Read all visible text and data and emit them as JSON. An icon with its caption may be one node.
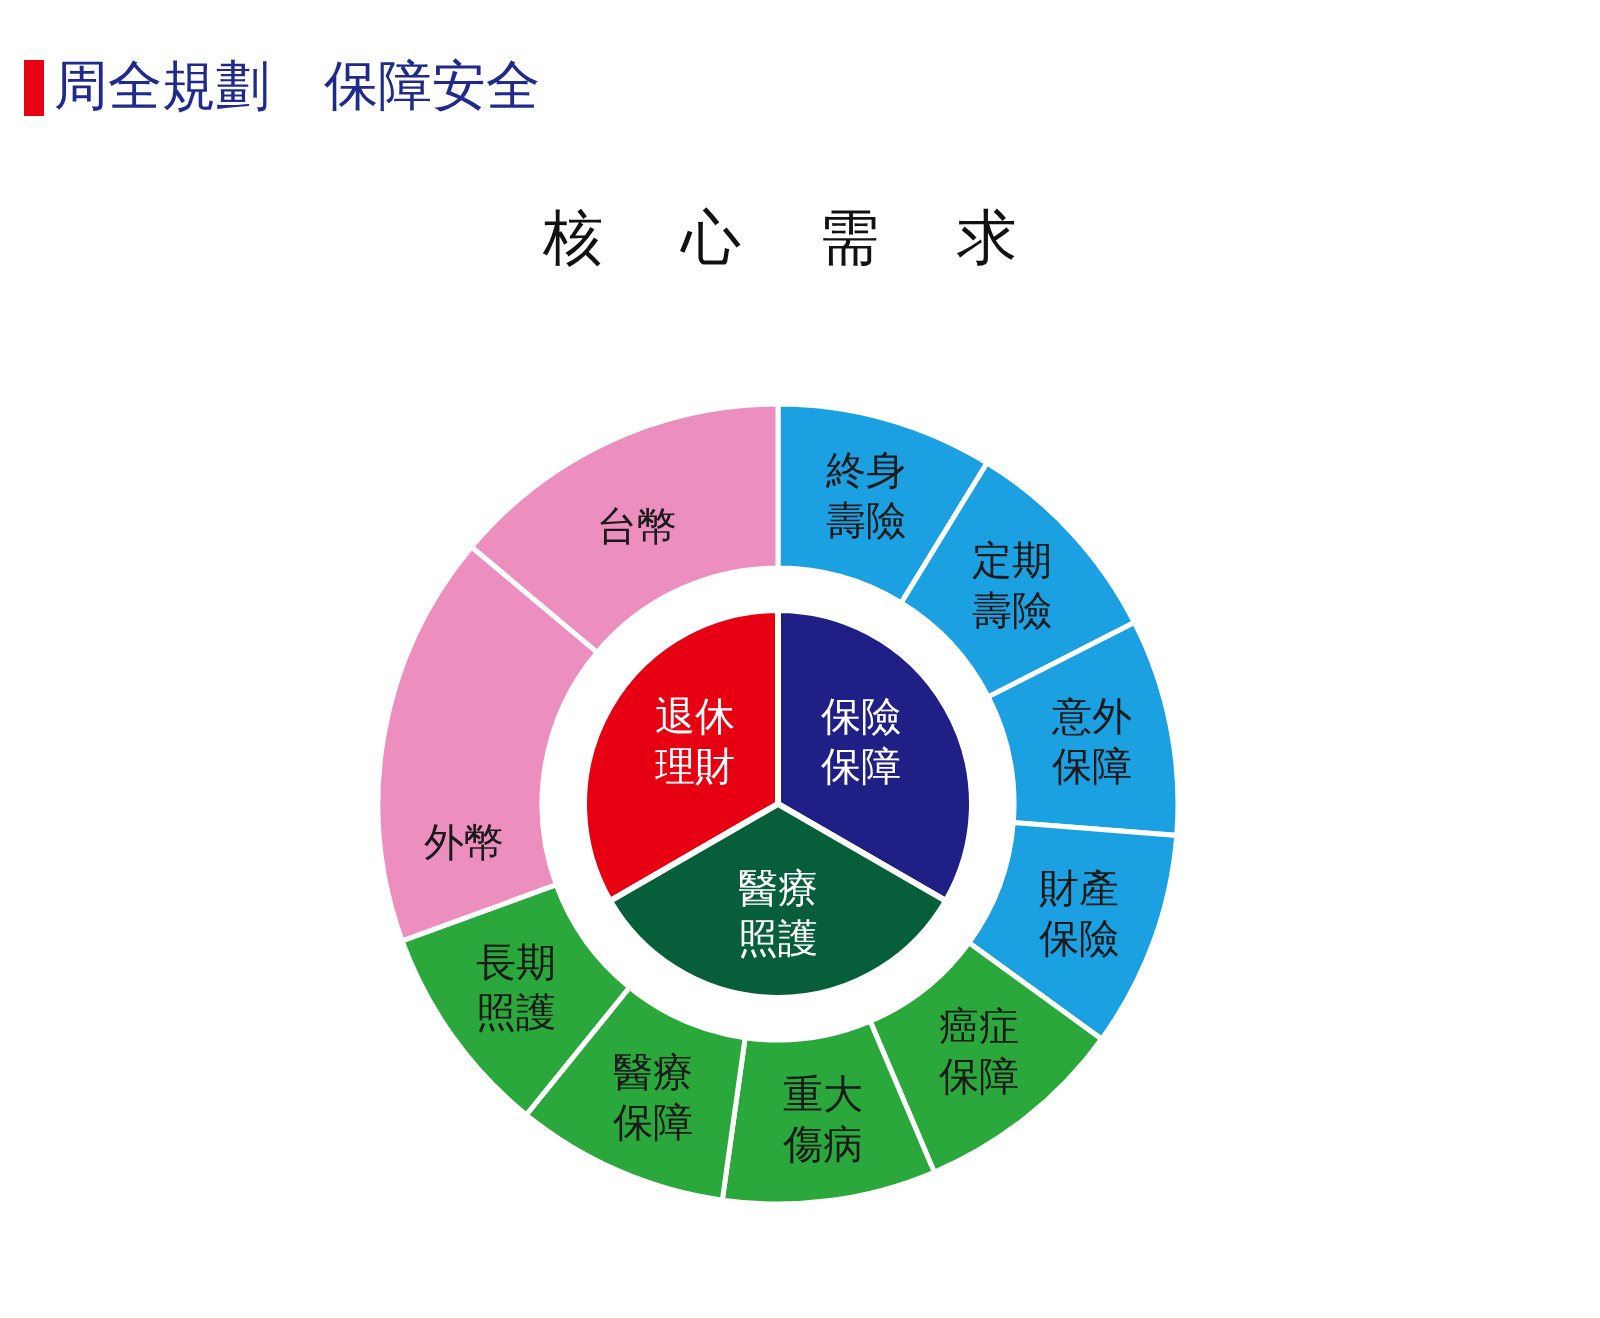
{
  "diagram": {
    "title": "周全規劃　保障安全",
    "nodes": [
      {
        "text": [
          "退休理財"
        ]
      },
      {
        "text": [
          "保險保障"
        ]
      },
      {
        "text": [
          "醫療照護"
        ]
      },
      {
        "text": [
          "終身壽險"
        ]
      },
      {
        "text": [
          "定期壽險"
        ]
      },
      {
        "text": [
          "意外保障"
        ]
      },
      {
        "text": [
          "財產保險"
        ]
      },
      {
        "text": [
          "癌症保障"
        ]
      },
      {
        "text": [
          "重大傷病"
        ]
      },
      {
        "text": [
          "醫療保障"
        ]
      },
      {
        "text": [
          "長期照護"
        ]
      },
      {
        "text": [
          "外幣"
        ]
      },
      {
        "text": [
          "台幣"
        ]
      }
    ],
    "labels": [
      "核心需求"
    ]
  }
}
